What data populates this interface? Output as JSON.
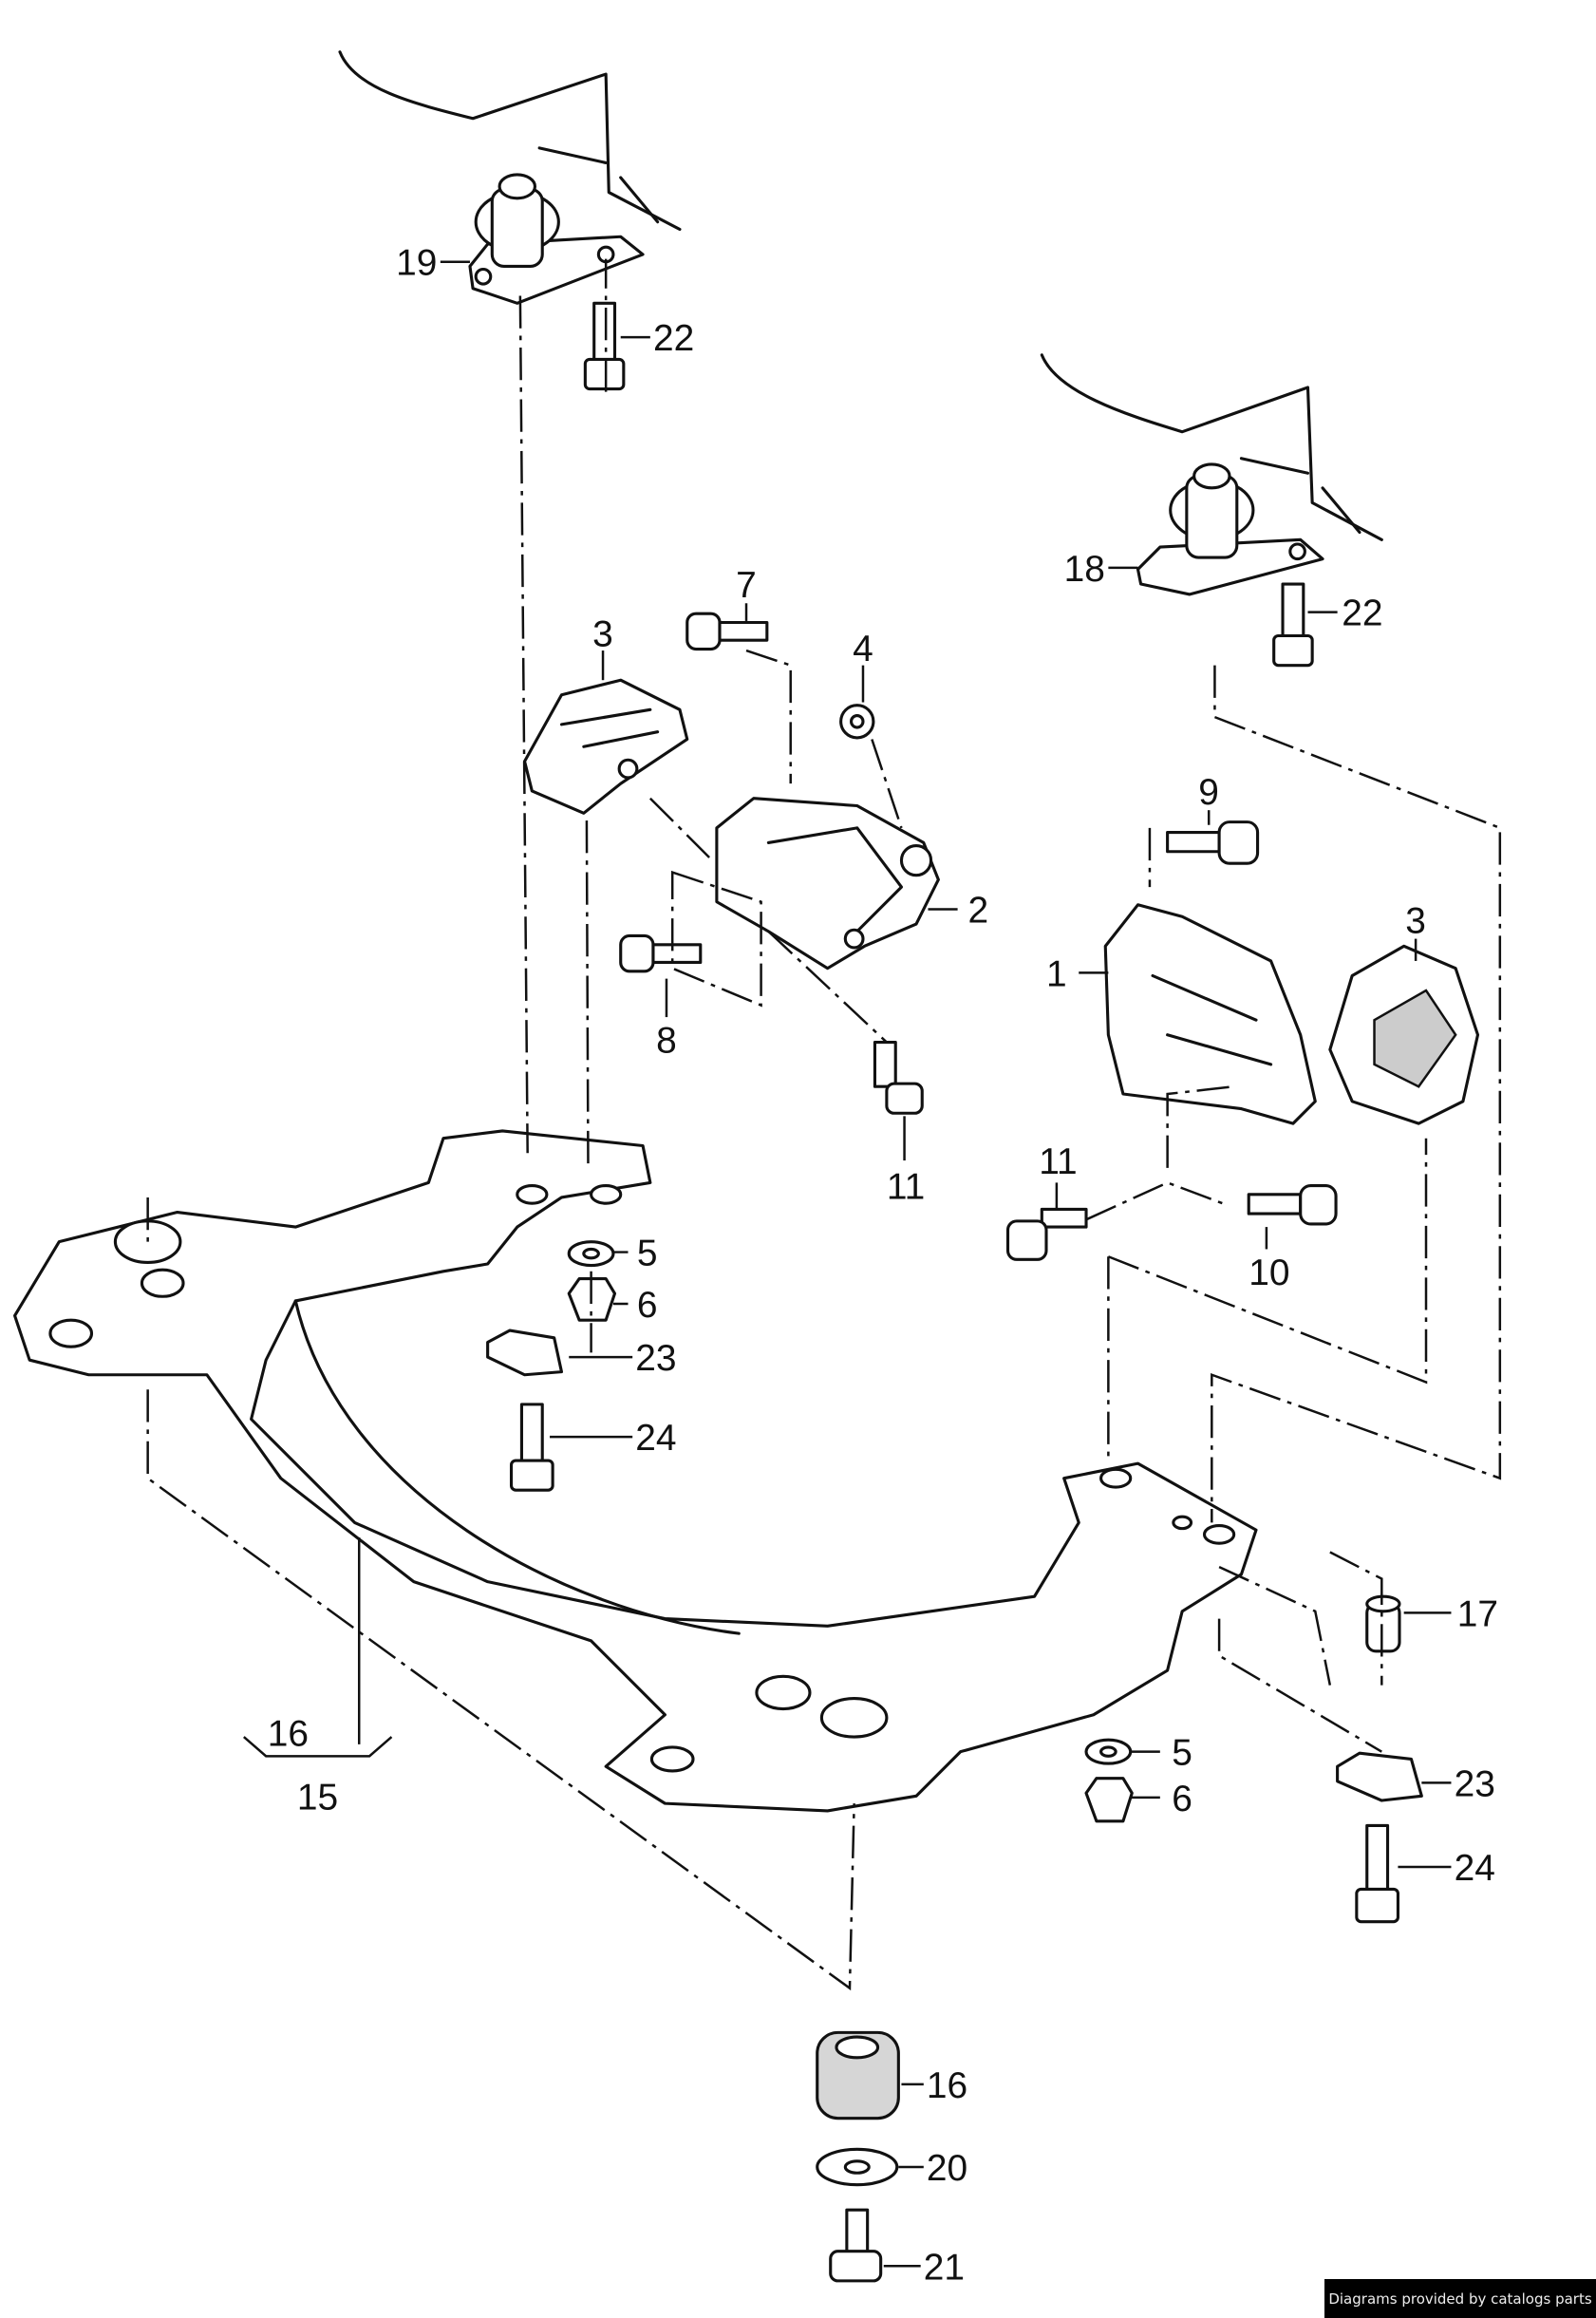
{
  "diagram": {
    "labels": [
      "19",
      "22",
      "18",
      "22",
      "3",
      "7",
      "4",
      "9",
      "2",
      "1",
      "3",
      "8",
      "11",
      "11",
      "10",
      "5",
      "6",
      "23",
      "24",
      "16",
      "15",
      "17",
      "5",
      "6",
      "23",
      "24",
      "16",
      "20",
      "21"
    ]
  },
  "footer": {
    "credit": "Diagrams provided by catalogs parts"
  }
}
